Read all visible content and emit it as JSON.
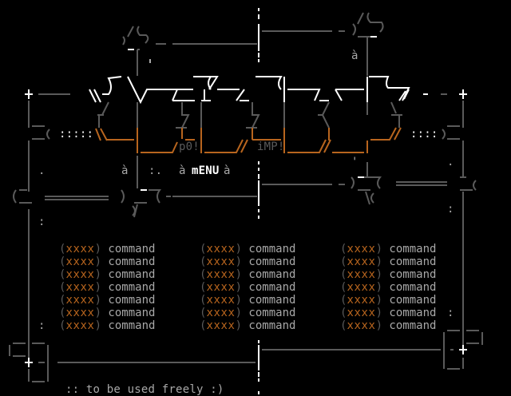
{
  "screen": {
    "title": "mENU",
    "title_prefix": "à",
    "title_suffix": "à",
    "title_marker": ":.",
    "tag_left": "p0!",
    "tag_right": "iMP!",
    "accent_char": "à",
    "dots_left": ":::::",
    "dots_right": "::::",
    "footer": ":: to be used freely :)"
  },
  "colors": {
    "background": "#000000",
    "line_gray": "#5a5a5a",
    "text_gray": "#a8a8a8",
    "highlight": "#ffffff",
    "accent_orange": "#b8651e"
  },
  "menu": {
    "columns": [
      {
        "items": [
          {
            "key": "xxxx",
            "label": "command"
          },
          {
            "key": "xxxx",
            "label": "command"
          },
          {
            "key": "xxxx",
            "label": "command"
          },
          {
            "key": "xxxx",
            "label": "command"
          },
          {
            "key": "xxxx",
            "label": "command"
          },
          {
            "key": "xxxx",
            "label": "command"
          },
          {
            "key": "xxxx",
            "label": "command"
          }
        ]
      },
      {
        "items": [
          {
            "key": "xxxx",
            "label": "command"
          },
          {
            "key": "xxxx",
            "label": "command"
          },
          {
            "key": "xxxx",
            "label": "command"
          },
          {
            "key": "xxxx",
            "label": "command"
          },
          {
            "key": "xxxx",
            "label": "command"
          },
          {
            "key": "xxxx",
            "label": "command"
          },
          {
            "key": "xxxx",
            "label": "command"
          }
        ]
      },
      {
        "items": [
          {
            "key": "xxxx",
            "label": "command"
          },
          {
            "key": "xxxx",
            "label": "command"
          },
          {
            "key": "xxxx",
            "label": "command"
          },
          {
            "key": "xxxx",
            "label": "command"
          },
          {
            "key": "xxxx",
            "label": "command"
          },
          {
            "key": "xxxx",
            "label": "command"
          },
          {
            "key": "xxxx",
            "label": "command"
          }
        ]
      }
    ]
  }
}
